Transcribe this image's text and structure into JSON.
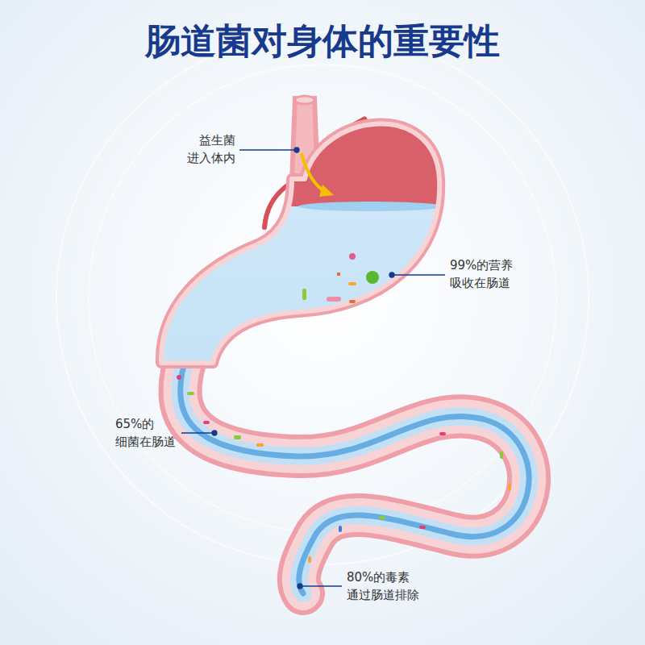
{
  "diagram": {
    "title": "肠道菌对身体的重要性",
    "labels": [
      "益生菌 进入体内",
      "99%的营养 吸收在肠道",
      "65%的 细菌在肠道",
      "80%的毒素 通过肠道排除"
    ]
  }
}
